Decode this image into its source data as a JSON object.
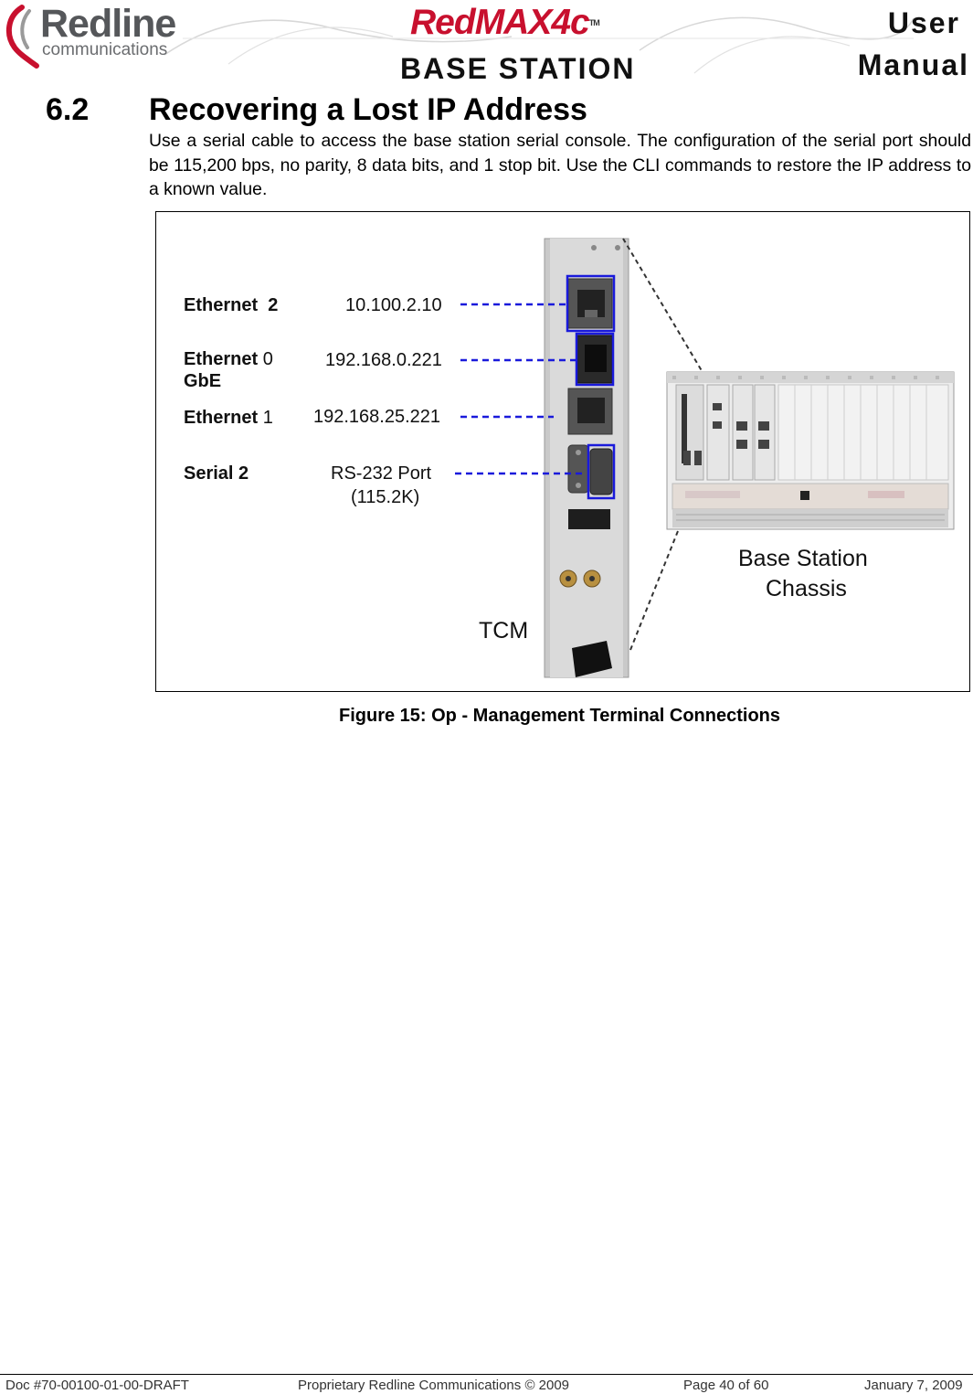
{
  "header": {
    "company_name": "Redline",
    "company_sub": "communications",
    "product_brand_prefix": "Red",
    "product_brand_max": "MAX",
    "product_brand_version": "4c",
    "product_brand_tm": "TM",
    "product_line": "BASE STATION",
    "doc_type_line1": "User",
    "doc_type_line2": "Manual"
  },
  "section": {
    "number": "6.2",
    "title": "Recovering a Lost IP Address",
    "paragraph": "Use a serial cable to access the base station serial console. The configuration of the serial port should be 115,200 bps, no parity, 8 data bits, and 1 stop bit. Use the CLI commands to restore the IP address to a known value."
  },
  "figure": {
    "ports": [
      {
        "name_bold": "Ethernet",
        "name_num": "2",
        "value": "10.100.2.10"
      },
      {
        "name_bold": "Ethernet",
        "name_num": "0",
        "name_extra": "GbE",
        "value": "192.168.0.221"
      },
      {
        "name_bold": "Ethernet",
        "name_num": "1",
        "value": "192.168.25.221"
      },
      {
        "name_bold": "Serial",
        "name_num": "2",
        "value": "RS-232 Port",
        "value_line2": "(115.2K)"
      }
    ],
    "card_label": "TCM",
    "chassis_label_line1": "Base Station",
    "chassis_label_line2": "Chassis",
    "caption": "Figure 15: Op - Management Terminal Connections",
    "colors": {
      "highlight": "#1a1adb",
      "leader": "#333333"
    }
  },
  "footer": {
    "doc_number": "Doc #70-00100-01-00-DRAFT",
    "copyright": "Proprietary Redline Communications © 2009",
    "page": "Page 40 of 60",
    "date": "January 7, 2009"
  }
}
